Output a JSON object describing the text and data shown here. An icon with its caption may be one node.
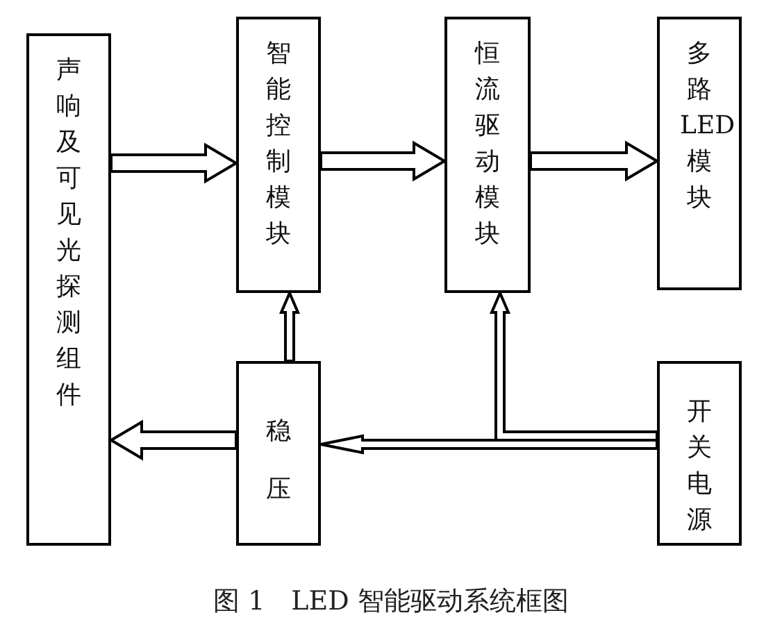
{
  "diagram": {
    "caption": "图 1　LED 智能驱动系统框图",
    "nodes": [
      {
        "text": [
          "声响及可见光探测组件"
        ]
      },
      {
        "text": [
          "智能控制模块"
        ]
      },
      {
        "text": [
          "恒流驱动模块"
        ]
      },
      {
        "text": [
          "多路LED模块"
        ]
      },
      {
        "text": [
          "稳压"
        ]
      },
      {
        "text": [
          "开关电源"
        ]
      }
    ],
    "edges": [
      {
        "from": 0,
        "to": 1,
        "arrow": "to"
      },
      {
        "from": 1,
        "to": 2,
        "arrow": "to"
      },
      {
        "from": 2,
        "to": 3,
        "arrow": "to"
      },
      {
        "from": 4,
        "to": 1,
        "arrow": "to"
      },
      {
        "from": 5,
        "to": 4,
        "arrow": "to"
      },
      {
        "from": 5,
        "to": 2,
        "arrow": "to"
      },
      {
        "from": 4,
        "to": 0,
        "arrow": "to"
      }
    ]
  }
}
